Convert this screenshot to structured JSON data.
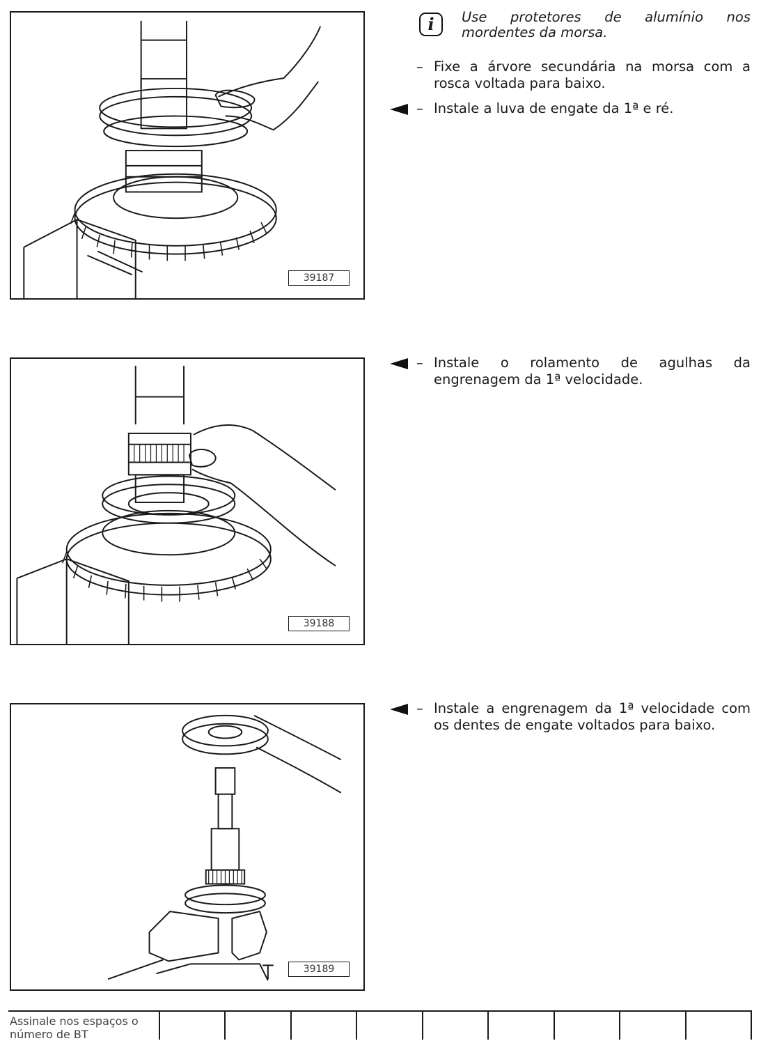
{
  "note": {
    "icon": "info-icon",
    "glyph": "i",
    "text": "Use protetores de alumínio nos mordentes da morsa."
  },
  "steps": [
    {
      "dash": "–",
      "text": "Fixe a árvore secundária na morsa com a rosca voltada para baixo.",
      "arrow": false
    },
    {
      "dash": "–",
      "text": "Instale a luva de engate da 1ª e ré.",
      "arrow": true
    },
    {
      "dash": "–",
      "text": "Instale o rolamento de agulhas da engrenagem da 1ª velocidade.",
      "arrow": true
    },
    {
      "dash": "–",
      "text": "Instale a engrenagem da 1ª velocidade com os dentes de engate voltados para baixo.",
      "arrow": true
    }
  ],
  "figures": [
    {
      "id": "39187"
    },
    {
      "id": "39188"
    },
    {
      "id": "39189"
    }
  ],
  "footer": {
    "label": "Assinale nos espaços o número de BT"
  }
}
